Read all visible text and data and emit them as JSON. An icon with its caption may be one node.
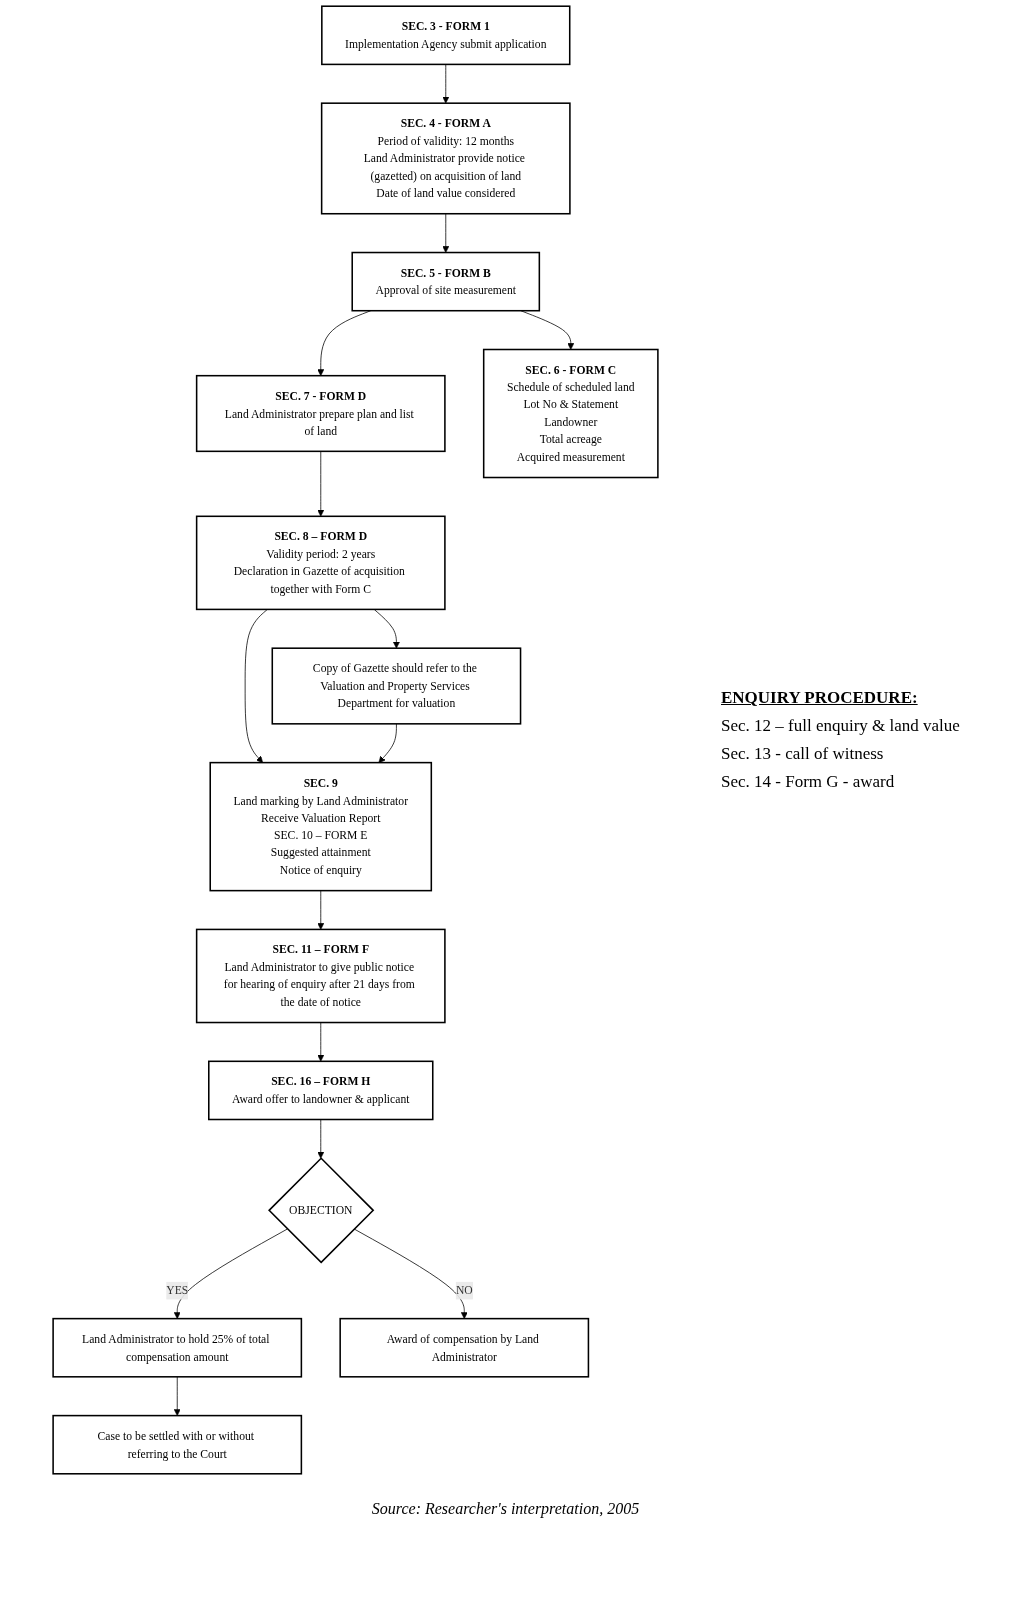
{
  "diagram": {
    "caption": "Source: Researcher's interpretation, 2005",
    "nodes": [
      {
        "text": [
          "SEC. 3 - FORM 1",
          "Implementation Agency submit application"
        ]
      },
      {
        "text": [
          "SEC. 4 - FORM A",
          "Period of validity: 12 months",
          "Land Administrator provide notice (gazetted) on acquisition of land",
          "Date of land value considered"
        ]
      },
      {
        "text": [
          "SEC. 5 - FORM B",
          "Approval of site measurement"
        ]
      },
      {
        "text": [
          "SEC. 7 - FORM D",
          "Land Administrator prepare plan and list of land"
        ]
      },
      {
        "text": [
          "SEC. 6 - FORM C",
          "Schedule of scheduled land",
          "Lot No & Statement",
          "Landowner",
          "Total acreage",
          "Acquired measurement"
        ]
      },
      {
        "text": [
          "SEC. 8 – FORM D",
          "Validity period: 2 years",
          "Declaration in Gazette of acquisition together with Form C"
        ]
      },
      {
        "text": [
          "Copy of Gazette should refer to the Valuation and Property Services Department for valuation"
        ]
      },
      {
        "text": [
          "SEC. 9",
          "Land marking by Land Administrator",
          "Receive Valuation Report",
          "SEC. 10 – FORM E",
          "Suggested attainment",
          "Notice of enquiry"
        ]
      },
      {
        "text": [
          "SEC. 11 – FORM F",
          "Land Administrator to give public notice for hearing of enquiry after 21 days from the date of notice"
        ]
      },
      {
        "text": [
          "SEC. 16 – FORM H",
          "Award offer to landowner & applicant"
        ]
      },
      {
        "text": [
          "OBJECTION"
        ]
      },
      {
        "text": [
          "Land Administrator to hold 25% of total compensation amount"
        ]
      },
      {
        "text": [
          "Case to be settled with or without referring to the Court"
        ]
      },
      {
        "text": [
          "Award of compensation by Land Administrator"
        ]
      }
    ],
    "edges": [
      {
        "from": 0,
        "to": 1,
        "arrow": "to"
      },
      {
        "from": 1,
        "to": 2,
        "arrow": "to"
      },
      {
        "from": 2,
        "to": 3,
        "arrow": "to"
      },
      {
        "from": 2,
        "to": 4,
        "arrow": "to"
      },
      {
        "from": 3,
        "to": 5,
        "arrow": "to"
      },
      {
        "from": 5,
        "to": 6,
        "arrow": "to"
      },
      {
        "from": 5,
        "to": 7,
        "arrow": "to"
      },
      {
        "from": 6,
        "to": 7,
        "arrow": "to"
      },
      {
        "from": 7,
        "to": 8,
        "arrow": "to"
      },
      {
        "from": 8,
        "to": 9,
        "arrow": "to"
      },
      {
        "from": 9,
        "to": 10,
        "arrow": "to"
      },
      {
        "from": 10,
        "to": 11,
        "label": "YES",
        "arrow": "to"
      },
      {
        "from": 10,
        "to": 13,
        "label": "NO",
        "arrow": "to"
      },
      {
        "from": 11,
        "to": 12,
        "arrow": "to"
      }
    ],
    "labels": [
      "ENQUIRY PROCEDURE:",
      "Sec. 12 – full enquiry & land value",
      "Sec. 13 - call of witness",
      "Sec. 14 - Form G - award"
    ]
  }
}
